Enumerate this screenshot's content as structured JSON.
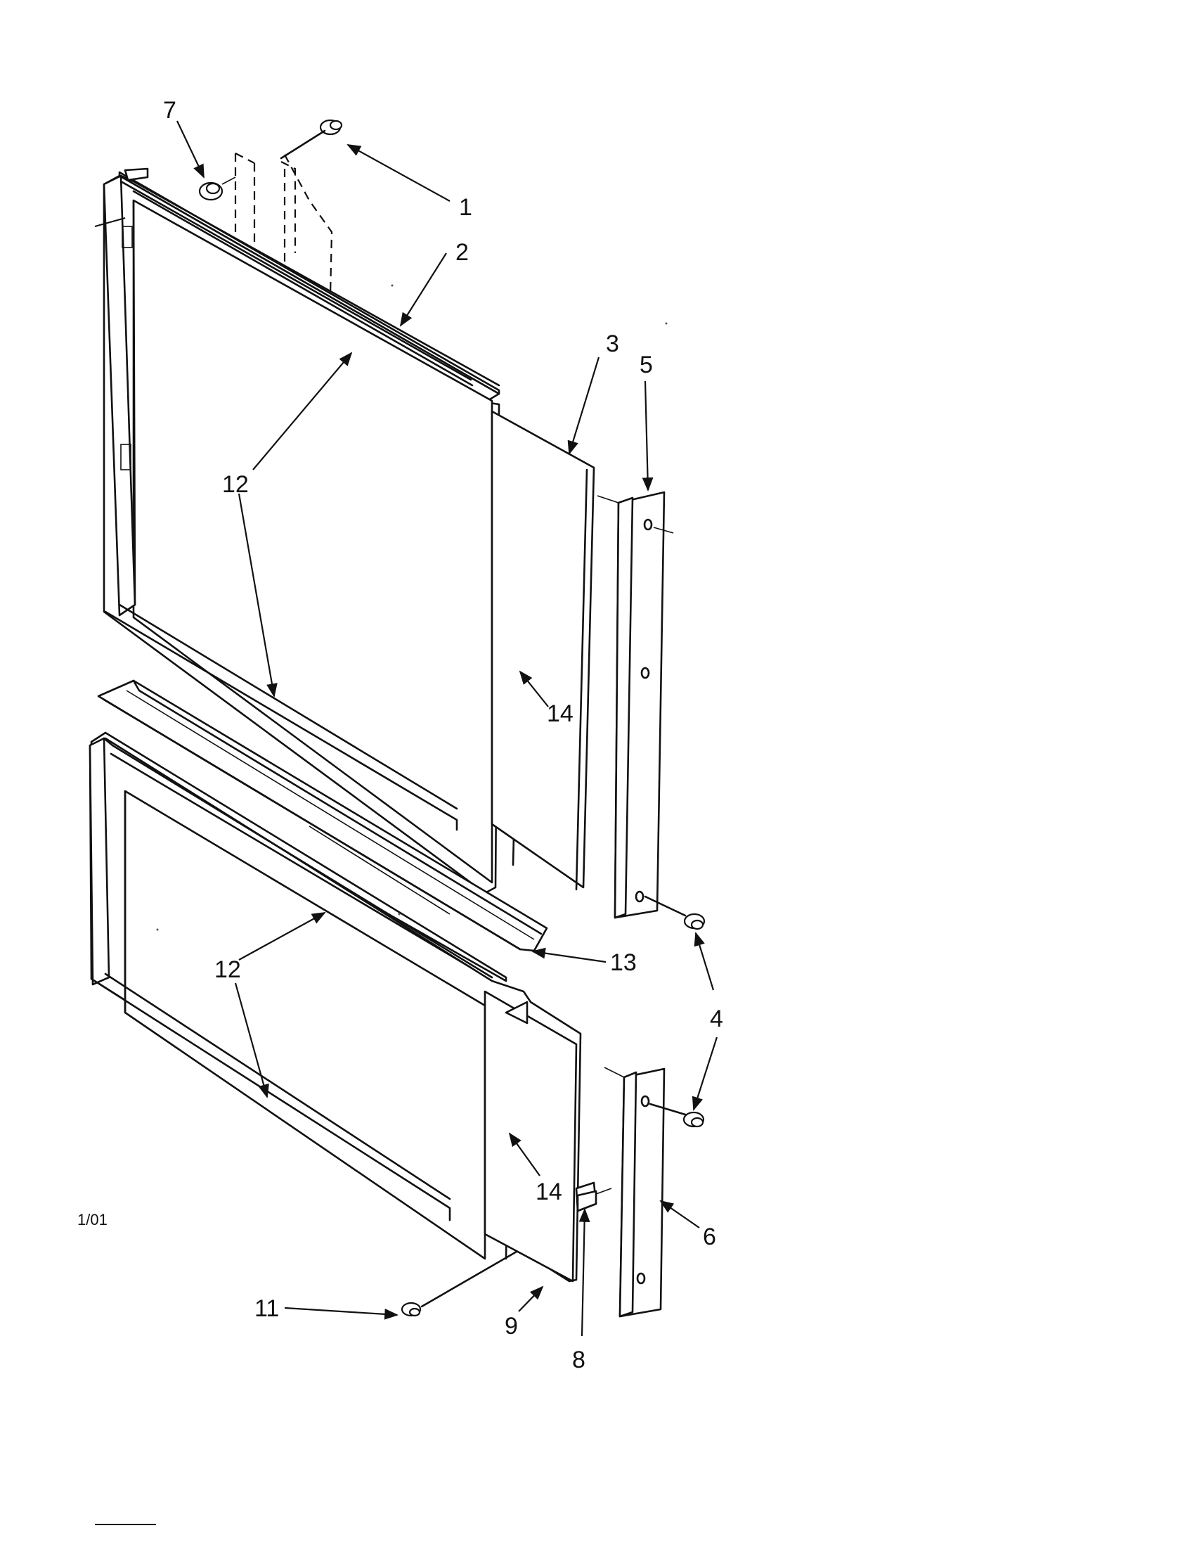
{
  "diagram": {
    "date_code": "1/01",
    "callouts": [
      {
        "id": "c1",
        "label": "1"
      },
      {
        "id": "c2",
        "label": "2"
      },
      {
        "id": "c3",
        "label": "3"
      },
      {
        "id": "c4",
        "label": "4"
      },
      {
        "id": "c5",
        "label": "5"
      },
      {
        "id": "c6",
        "label": "6"
      },
      {
        "id": "c7",
        "label": "7"
      },
      {
        "id": "c8",
        "label": "8"
      },
      {
        "id": "c9",
        "label": "9"
      },
      {
        "id": "c11",
        "label": "11"
      },
      {
        "id": "c12a",
        "label": "12"
      },
      {
        "id": "c12b",
        "label": "12"
      },
      {
        "id": "c13",
        "label": "13"
      },
      {
        "id": "c14a",
        "label": "14"
      },
      {
        "id": "c14b",
        "label": "14"
      }
    ]
  }
}
